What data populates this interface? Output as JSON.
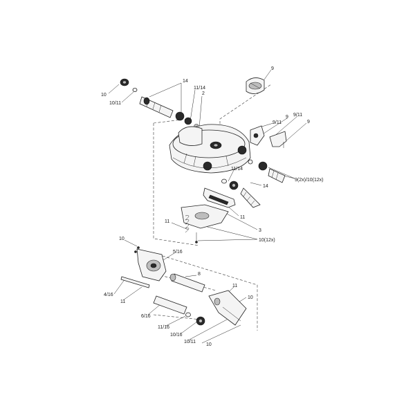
{
  "callouts": {
    "c10_top": "10",
    "c10_11_top": "10/11",
    "c14_top": "14",
    "c11_14_top": "11/14",
    "c2": "2",
    "c9_knob": "9",
    "c9_11_a": "9/11",
    "c9_a": "9",
    "c9_11_b": "9/11",
    "c9_b": "9",
    "c9_2x_10_12x": "9(2x)/10(12x)",
    "c11_14_mid": "11/14",
    "c14_mid": "14",
    "c11_mid": "11",
    "c11_left": "11",
    "c3": "3",
    "c10_12x": "10(12x)",
    "c10_bracket": "10",
    "c5_16": "5/16",
    "c8": "8",
    "c4_16": "4/16",
    "c11_low": "11",
    "c11_clip": "11",
    "c10_clip": "10",
    "c6_16": "6/16",
    "c11_16": "11/16",
    "c10_16": "10/16",
    "c10_11_bottom": "10/11",
    "c10_bottom": "10"
  }
}
